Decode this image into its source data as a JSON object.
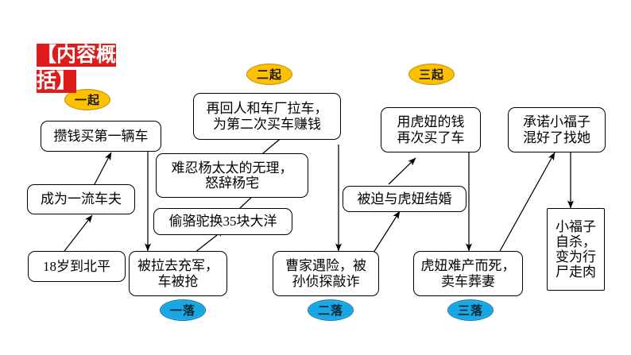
{
  "slide": {
    "title": "【内容概括】",
    "title_color": "#E01B1B",
    "background": "#ffffff"
  },
  "stage_markers": {
    "rise_color": "#FFC000",
    "fall_color": "#18A7E5",
    "rises": [
      {
        "id": "rise1",
        "label": "一起"
      },
      {
        "id": "rise2",
        "label": "二起"
      },
      {
        "id": "rise3",
        "label": "三起"
      }
    ],
    "falls": [
      {
        "id": "fall1",
        "label": "一落"
      },
      {
        "id": "fall2",
        "label": "二落"
      },
      {
        "id": "fall3",
        "label": "三落"
      }
    ]
  },
  "nodes": [
    {
      "id": "n1",
      "text": "攒钱买第一辆车"
    },
    {
      "id": "n2",
      "text": "成为一流车夫"
    },
    {
      "id": "n3",
      "text": "18岁到北平"
    },
    {
      "id": "n4",
      "text": "被拉去充军，车被抢"
    },
    {
      "id": "n5",
      "text": "偷骆驼换35块大洋"
    },
    {
      "id": "n6",
      "text": "难忍杨太太的无理，怒辞杨宅"
    },
    {
      "id": "n7",
      "text": "再回人和车厂拉车，为第二次买车赚钱"
    },
    {
      "id": "n8",
      "text": "曹家遇险，被孙侦探敲诈"
    },
    {
      "id": "n9",
      "text": "被迫与虎妞结婚"
    },
    {
      "id": "n10",
      "text": "用虎妞的钱再次买了车"
    },
    {
      "id": "n11",
      "text": "虎妞难产而死，卖车葬妻"
    },
    {
      "id": "n12",
      "text": "承诺小福子混好了找她"
    },
    {
      "id": "n13",
      "text": "小福子自杀，变为行尸走肉"
    }
  ],
  "node_lines": {
    "n1": [
      "攒钱买第一辆车"
    ],
    "n2": [
      "成为一流车夫"
    ],
    "n3": [
      "18岁到北平"
    ],
    "n4": [
      "被拉去充军，",
      "车被抢"
    ],
    "n5": [
      "偷骆驼换35块大洋"
    ],
    "n6": [
      "难忍杨太太的无理，",
      "怒辞杨宅"
    ],
    "n7": [
      "再回人和车厂拉车，",
      "为第二次买车赚钱"
    ],
    "n8": [
      "曹家遇险，被",
      "孙侦探敲诈"
    ],
    "n9": [
      "被迫与虎妞结婚"
    ],
    "n10": [
      "用虎妞的钱",
      "再次买了车"
    ],
    "n11": [
      "虎妞难产而死，",
      "卖车葬妻"
    ],
    "n12": [
      "承诺小福子",
      "混好了找她"
    ],
    "n13": [
      "小福子",
      "自杀，",
      "变为行",
      "尸走肉"
    ]
  }
}
